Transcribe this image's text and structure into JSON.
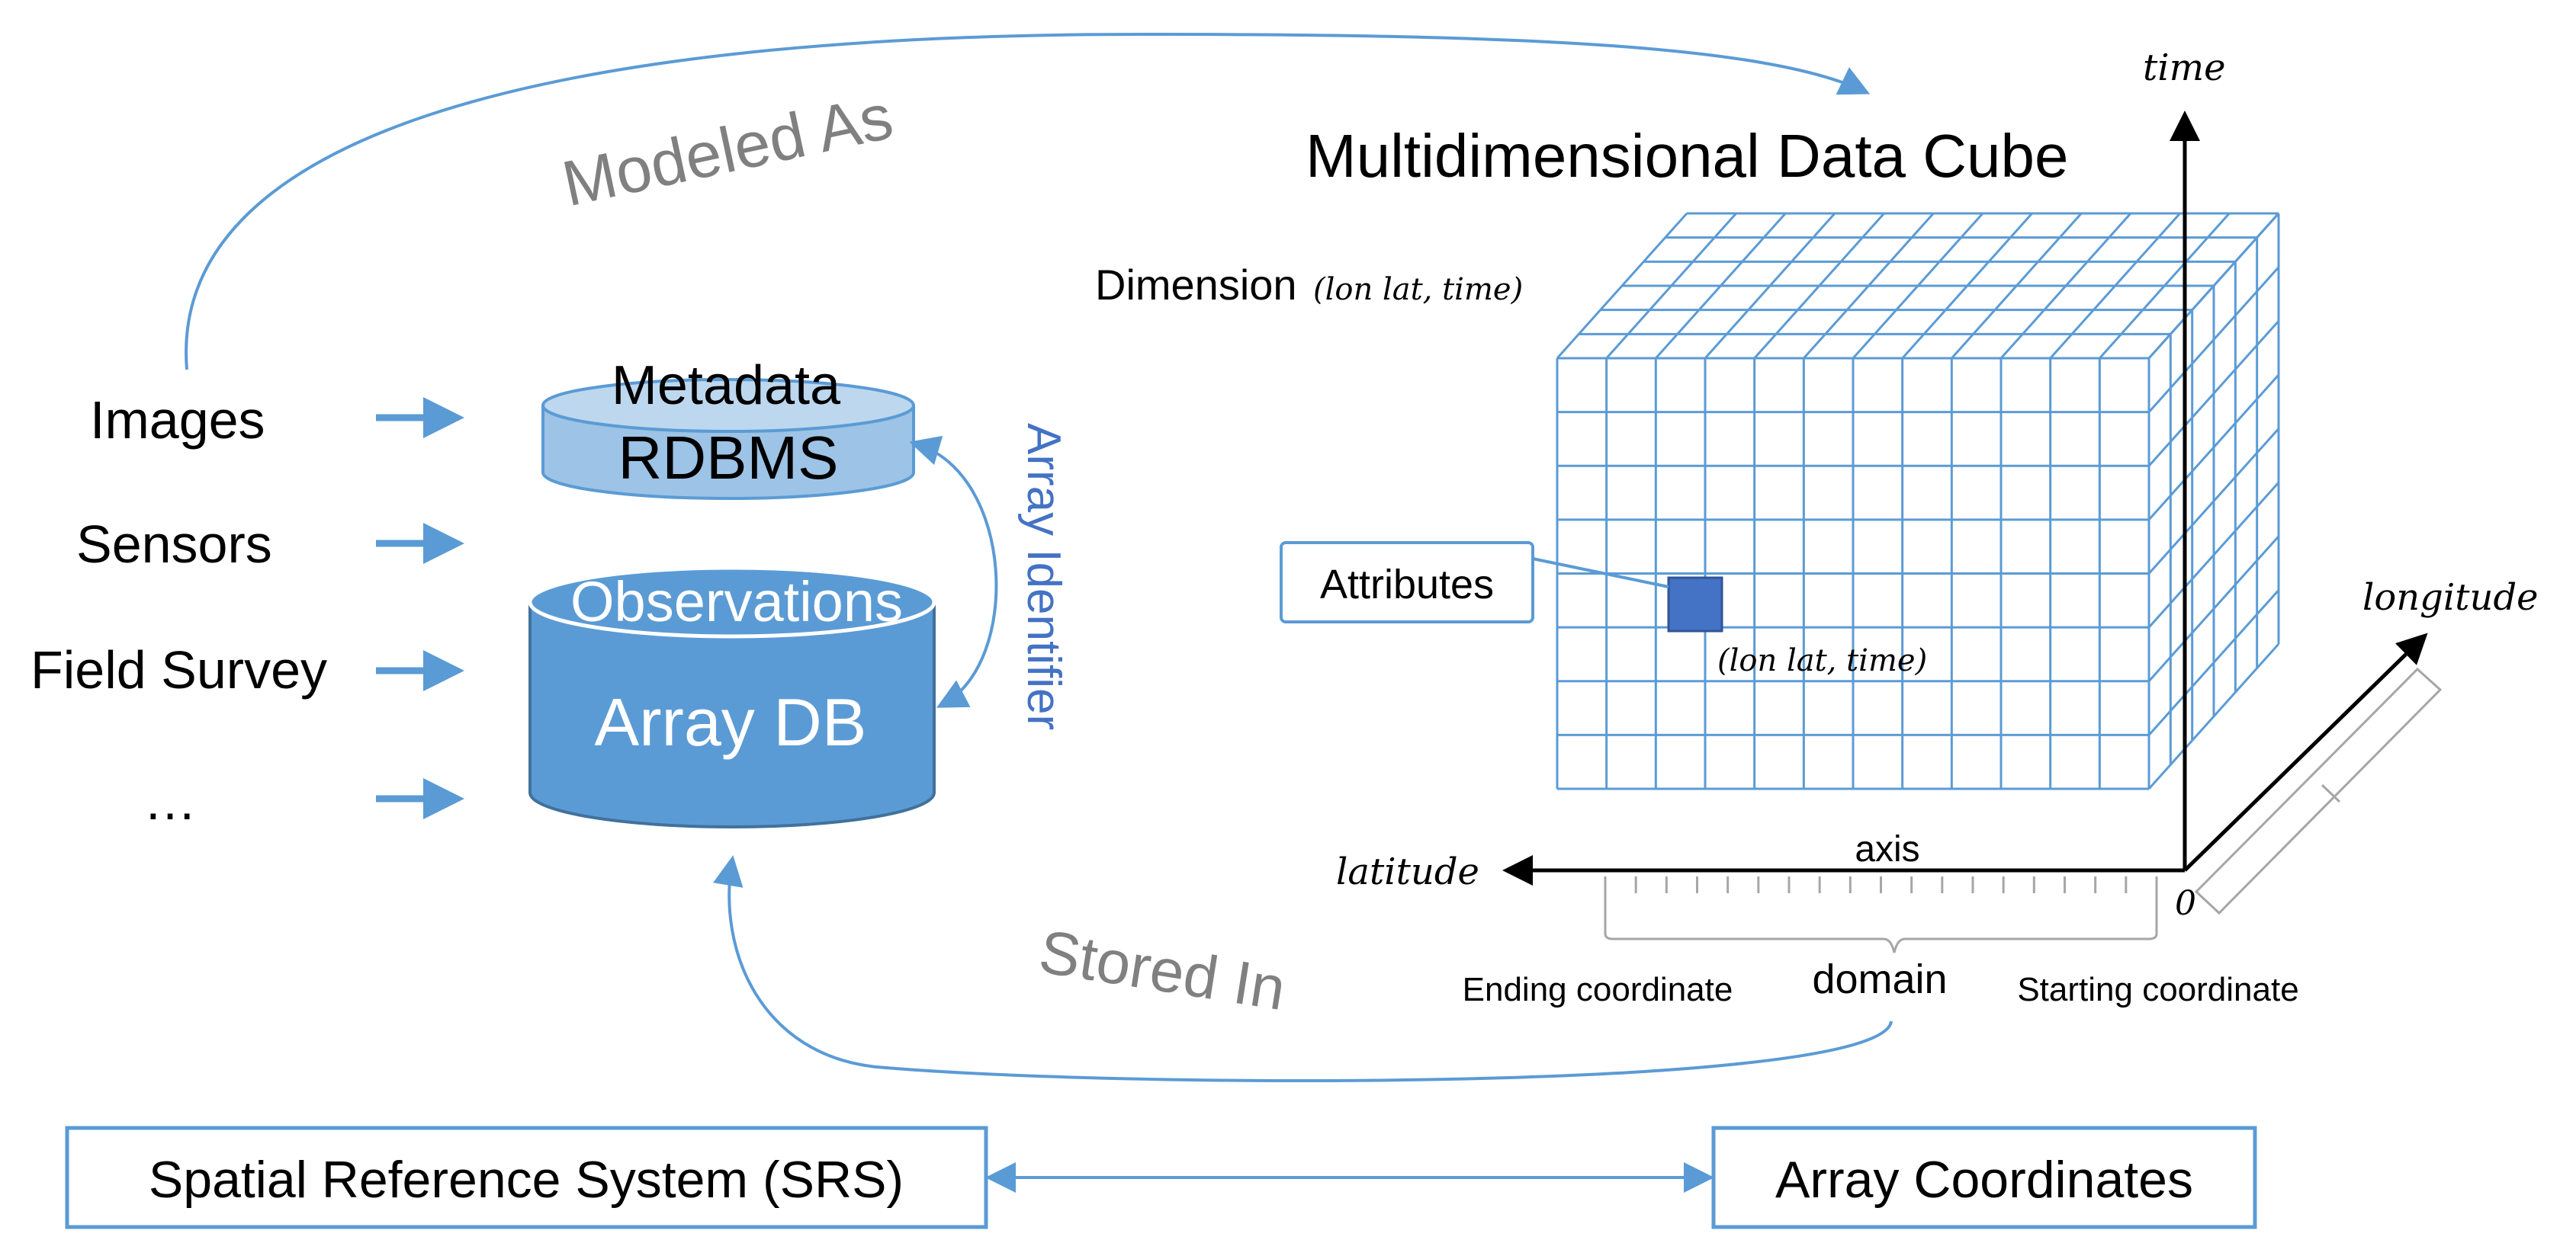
{
  "colors": {
    "accent": "#5b9bd5",
    "grid_stroke": "#5b9bd5",
    "cylinder_metadata": "#9dc3e6",
    "cylinder_array": "#5b9bd5",
    "cell_fill": "#4472c4",
    "curve_label_gray": "#808080",
    "identifier_label": "#4472c4",
    "bracket_gray": "#a6a6a6"
  },
  "sources": {
    "items": [
      "Images",
      "Sensors",
      "Field Survey",
      "…"
    ]
  },
  "databases": {
    "metadata_label": "Metadata",
    "metadata_db": "RDBMS",
    "observations_label": "Observations",
    "array_db": "Array DB",
    "link_label": "Array Identifier"
  },
  "curves": {
    "modeled_as": "Modeled As",
    "stored_in": "Stored In"
  },
  "cube": {
    "title": "Multidimensional Data Cube",
    "dimension_label": "Dimension",
    "dimension_math": "(lon lat, time)",
    "attributes_label": "Attributes",
    "cell_math": "(lon lat, time)",
    "axis_time": "time",
    "axis_longitude": "longitude",
    "axis_latitude": "latitude",
    "origin": "0",
    "axis_label": "axis",
    "domain_label": "domain",
    "ending_coordinate": "Ending coordinate",
    "starting_coordinate": "Starting coordinate"
  },
  "bottom": {
    "srs": "Spatial Reference System (SRS)",
    "array_coords": "Array Coordinates"
  }
}
